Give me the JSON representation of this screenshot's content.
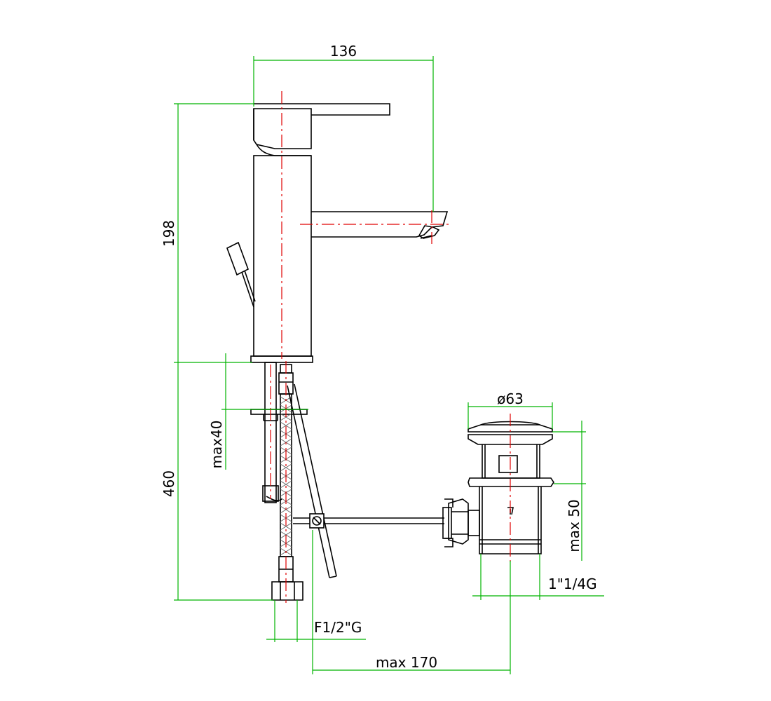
{
  "colors": {
    "outline": "#000000",
    "dimension": "#00b400",
    "centerline": "#e00000"
  },
  "dimensions": {
    "width_top": "136",
    "height_body": "198",
    "height_below": "460",
    "max_clamp": "max40",
    "drain_diameter": "ø63",
    "drain_height": "max 50",
    "drain_thread": "1\"1/4G",
    "hose_thread": "F1/2\"G",
    "max_reach": "max 170"
  }
}
